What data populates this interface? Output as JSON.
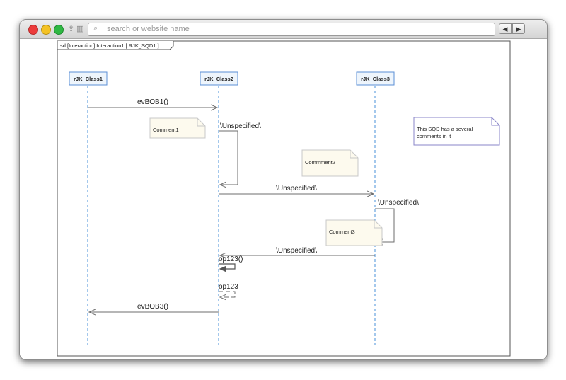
{
  "browser": {
    "address_placeholder": "search or website name",
    "icons": [
      "close-dot",
      "minimize-dot",
      "maximize-dot",
      "share-icon",
      "sidebar-icon",
      "search-icon",
      "back-arrow-icon",
      "forward-arrow-icon"
    ]
  },
  "diagram": {
    "frame_label": "sd [Interaction] Interaction1 [ RJK_SQD1 ]",
    "lifelines": [
      {
        "id": "c1",
        "label": "rJK_Class1"
      },
      {
        "id": "c2",
        "label": "rJK_Class2"
      },
      {
        "id": "c3",
        "label": "rJK_Class3"
      }
    ],
    "messages": [
      {
        "label": "evBOB1()",
        "from": "c1",
        "to": "c2",
        "kind": "async"
      },
      {
        "label": "\\Unspecified\\",
        "from": "c2",
        "to": "c2",
        "kind": "self"
      },
      {
        "label": "\\Unspecified\\",
        "from": "c2",
        "to": "c3",
        "kind": "async"
      },
      {
        "label": "\\Unspecified\\",
        "from": "c3",
        "to": "c3",
        "kind": "self"
      },
      {
        "label": "\\Unspecified\\",
        "from": "c3",
        "to": "c2",
        "kind": "async"
      },
      {
        "label": "op123()",
        "from": "c2",
        "to": "c2",
        "kind": "self-call"
      },
      {
        "label": "op123",
        "from": "c2",
        "to": "c2",
        "kind": "self-return"
      },
      {
        "label": "evBOB3()",
        "from": "c2",
        "to": "c1",
        "kind": "async"
      }
    ],
    "comments": [
      {
        "text": "Comment1"
      },
      {
        "text": "Commment2"
      },
      {
        "text": "Comment3"
      },
      {
        "text": "This SQD has a several comments in it",
        "lines": [
          "This SQD has a several",
          "comments in it"
        ]
      }
    ],
    "colors": {
      "lifeline": "#4a90d9",
      "lifeline_box_fill": "#eef5fc",
      "lifeline_box_border": "#5b8fd6",
      "note_fill": "#fdfaee",
      "note_border": "#c8c8c8",
      "note4_border": "#8a86c9",
      "message": "#6e6e6e"
    }
  }
}
